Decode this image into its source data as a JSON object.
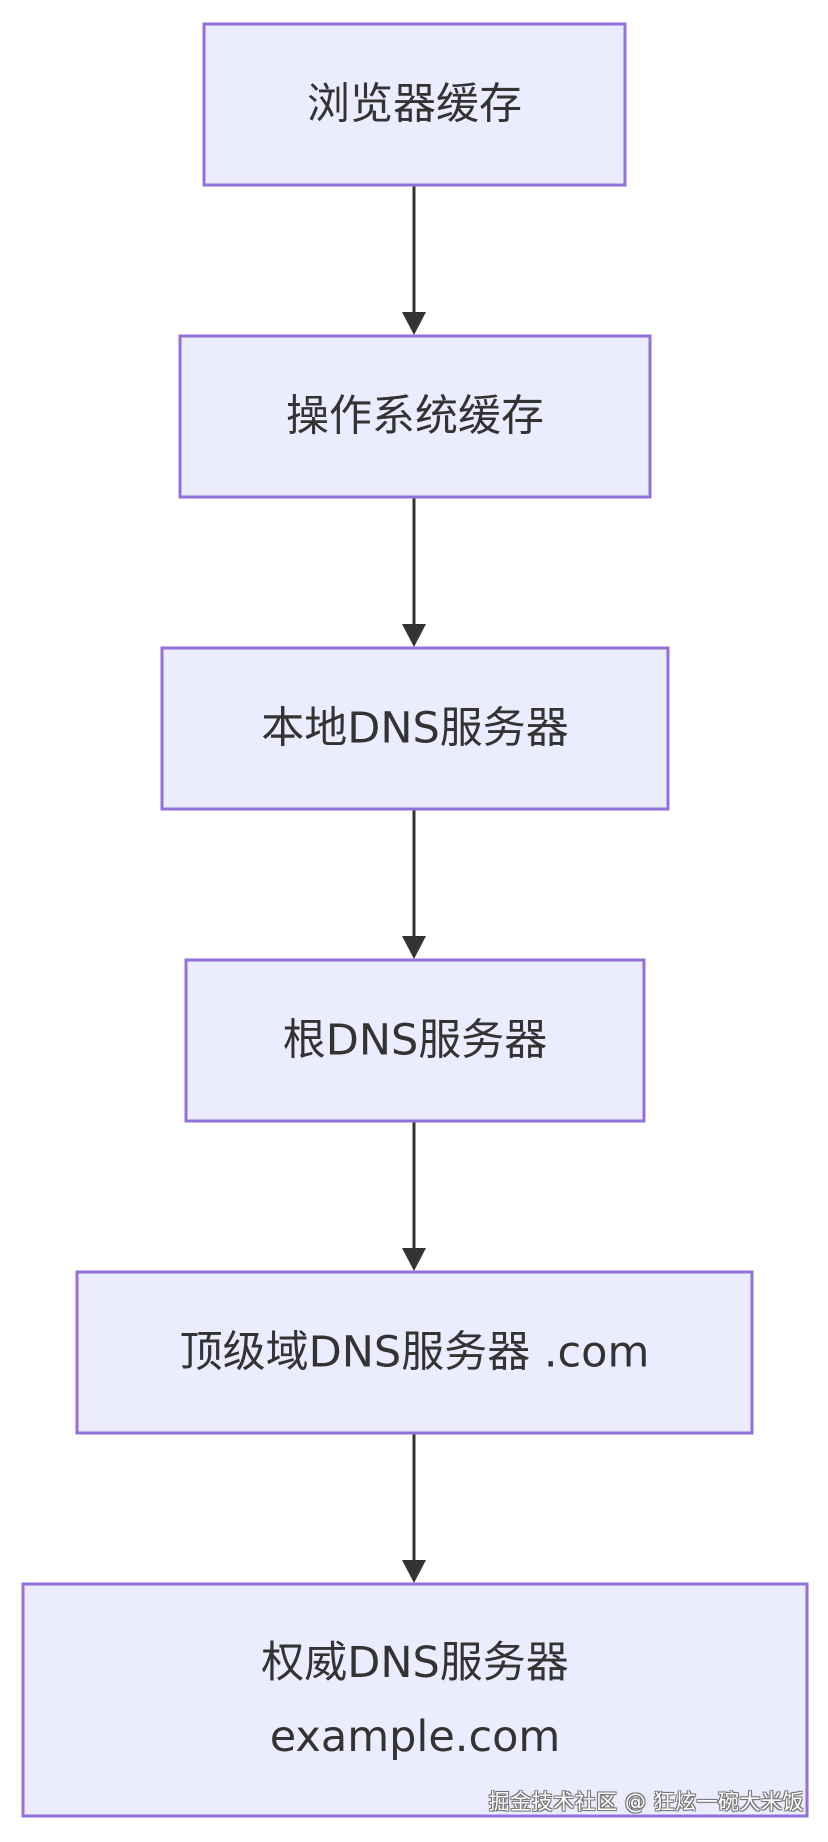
{
  "diagram": {
    "type": "flowchart",
    "direction": "top-to-bottom",
    "colors": {
      "node_fill": "#ececff",
      "node_border": "#9370db",
      "edge": "#333333",
      "text": "#333333"
    },
    "nodes": [
      {
        "id": "n1",
        "lines": [
          "浏览器缓存"
        ]
      },
      {
        "id": "n2",
        "lines": [
          "操作系统缓存"
        ]
      },
      {
        "id": "n3",
        "lines": [
          "本地DNS服务器"
        ]
      },
      {
        "id": "n4",
        "lines": [
          "根DNS服务器"
        ]
      },
      {
        "id": "n5",
        "lines": [
          "顶级域DNS服务器 .com"
        ]
      },
      {
        "id": "n6",
        "lines": [
          "权威DNS服务器",
          "example.com"
        ]
      }
    ],
    "edges": [
      {
        "from": "n1",
        "to": "n2"
      },
      {
        "from": "n2",
        "to": "n3"
      },
      {
        "from": "n3",
        "to": "n4"
      },
      {
        "from": "n4",
        "to": "n5"
      },
      {
        "from": "n5",
        "to": "n6"
      }
    ]
  },
  "watermark": {
    "text": "掘金技术社区 @ 狂炫一碗大米饭"
  }
}
